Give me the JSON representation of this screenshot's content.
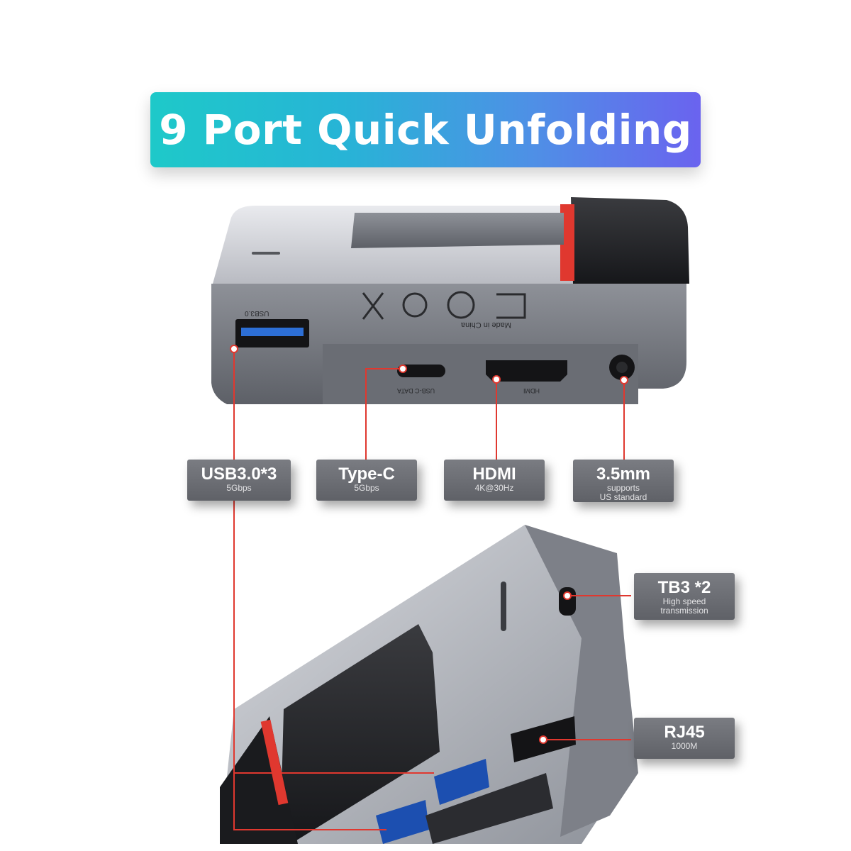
{
  "banner": {
    "title": "9 Port Quick Unfolding"
  },
  "device_markings": {
    "usb": "USB3.0",
    "made_in": "Made in China",
    "hdmi": "HDMI",
    "type_c": "USB-C DATA"
  },
  "labels": {
    "usb": {
      "name": "USB3.0*3",
      "spec": "5Gbps"
    },
    "typec": {
      "name": "Type-C",
      "spec": "5Gbps"
    },
    "hdmi": {
      "name": "HDMI",
      "spec": "4K@30Hz"
    },
    "audio": {
      "name": "3.5mm",
      "spec1": "supports",
      "spec2": "US standard"
    },
    "tb3": {
      "name": "TB3 *2",
      "spec1": "High speed",
      "spec2": "transmission"
    },
    "rj45": {
      "name": "RJ45",
      "spec": "1000M"
    }
  },
  "colors": {
    "accent_red": "#e0382f",
    "label_bg": "#6b6d73"
  }
}
